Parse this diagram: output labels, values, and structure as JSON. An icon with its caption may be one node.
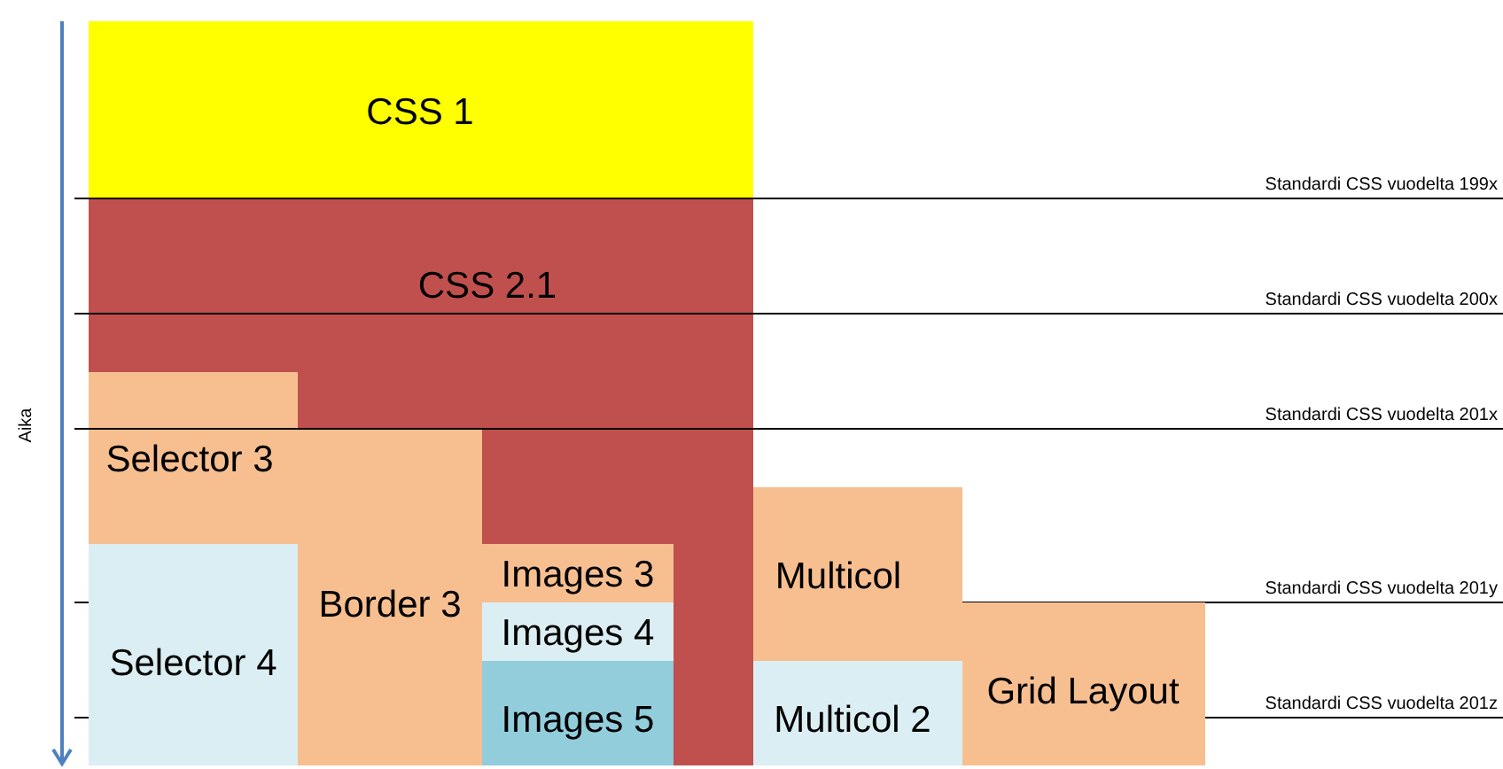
{
  "diagram": {
    "nodes": [
      {
        "text": [
          "CSS 1"
        ]
      },
      {
        "text": [
          "CSS 2.1"
        ]
      },
      {
        "text": [
          "Selector 3"
        ]
      },
      {
        "text": [
          "Border 3"
        ]
      },
      {
        "text": [
          "Images 3"
        ]
      },
      {
        "text": [
          "Multicol"
        ]
      },
      {
        "text": [
          "Selector 4"
        ]
      },
      {
        "text": [
          "Images 4"
        ]
      },
      {
        "text": [
          "Grid Layout"
        ]
      },
      {
        "text": [
          "Images 5"
        ]
      },
      {
        "text": [
          "Multicol 2"
        ]
      }
    ],
    "labels": [
      "Standardi CSS vuodelta 199x",
      "Standardi CSS vuodelta 200x",
      "Aika",
      "Standardi CSS vuodelta 201x",
      "Standardi CSS vuodelta 201y",
      "Standardi CSS vuodelta 201z"
    ]
  }
}
